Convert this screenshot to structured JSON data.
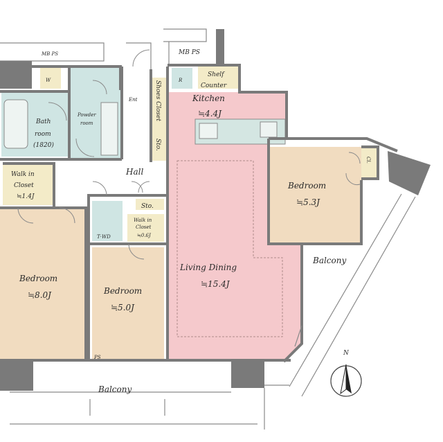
{
  "rooms": {
    "mbps_left": "MB PS",
    "mbps_right": "MB PS",
    "w": "W",
    "shelf": "Shelf",
    "counter": "Counter",
    "r": "R",
    "kitchen": "Kitchen",
    "kitchen_size": "≒4.4J",
    "ent": "Ent",
    "shoes_closet": "Shoes Closet",
    "sto_vertical": "Sto.",
    "bath": "Bath",
    "bath_room": "room",
    "bath_size": "(1820)",
    "powder": "Powder",
    "powder_room": "room",
    "hall": "Hall",
    "walk_in_1": "Walk in",
    "walk_in_1b": "Closet",
    "walk_in_1_size": "≒1.4J",
    "sto_hall": "Sto.",
    "walk_in_2": "Walk in",
    "walk_in_2b": "Closet",
    "walk_in_2_size": "≒0.6J",
    "toilet": "T·WD",
    "bedroom_right": "Bedroom",
    "bedroom_right_size": "≒5.3J",
    "cl": "Cl.",
    "balcony_right": "Balcony",
    "living": "Living Dining",
    "living_size": "≒15.4J",
    "bedroom_left": "Bedroom",
    "bedroom_left_size": "≒8.0J",
    "bedroom_mid": "Bedroom",
    "bedroom_mid_size": "≒5.0J",
    "ps_small": "PS",
    "balcony_bottom": "Balcony",
    "north": "N"
  },
  "colors": {
    "living_kitchen": "#f5c9cc",
    "bedroom": "#f1dcc0",
    "wet_area": "#cfe5e3",
    "closet": "#f3ebc8",
    "wall": "#7a7a7a"
  }
}
